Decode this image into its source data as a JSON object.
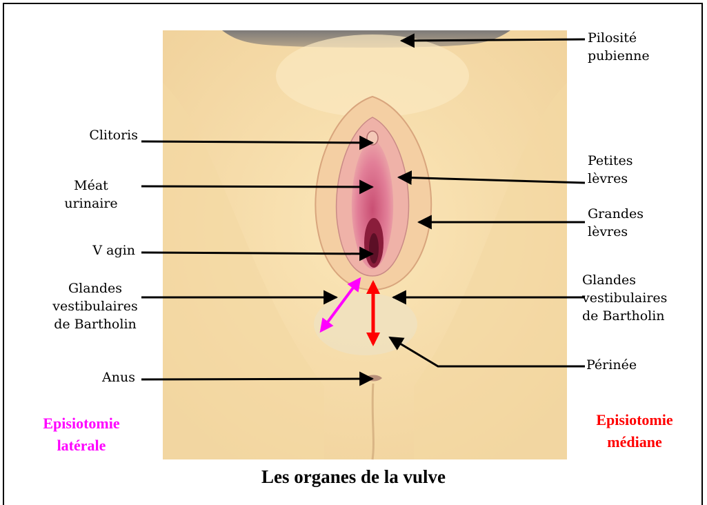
{
  "title": "Les organes de la vulve",
  "labels": {
    "pilosite": [
      "Pilosité",
      "pubienne"
    ],
    "clitoris": [
      "Clitoris"
    ],
    "meat": [
      "Méat",
      "urinaire"
    ],
    "vagin": [
      "V agin"
    ],
    "glandes_left": [
      "Glandes",
      "vestibulaires",
      "de Bartholin"
    ],
    "anus": [
      "Anus"
    ],
    "petites": [
      "Petites",
      "lèvres"
    ],
    "grandes": [
      "Grandes",
      "lèvres"
    ],
    "glandes_right": [
      "Glandes",
      "vestibulaires",
      "de Bartholin"
    ],
    "perinee": [
      "Périnée"
    ]
  },
  "episiotomy": {
    "lateral": {
      "lines": [
        "Episiotomie",
        "latérale"
      ],
      "color": "#ff00ff"
    },
    "median": {
      "lines": [
        "Episiotomie",
        "médiane"
      ],
      "color": "#ff0000"
    }
  },
  "colors": {
    "skin": "#f6dfab",
    "skin_shadow": "#e9c893",
    "labia": "#e8a9a4",
    "inner": "#d96d8a",
    "hair": "#8e8a87",
    "pointer": "#000000"
  }
}
